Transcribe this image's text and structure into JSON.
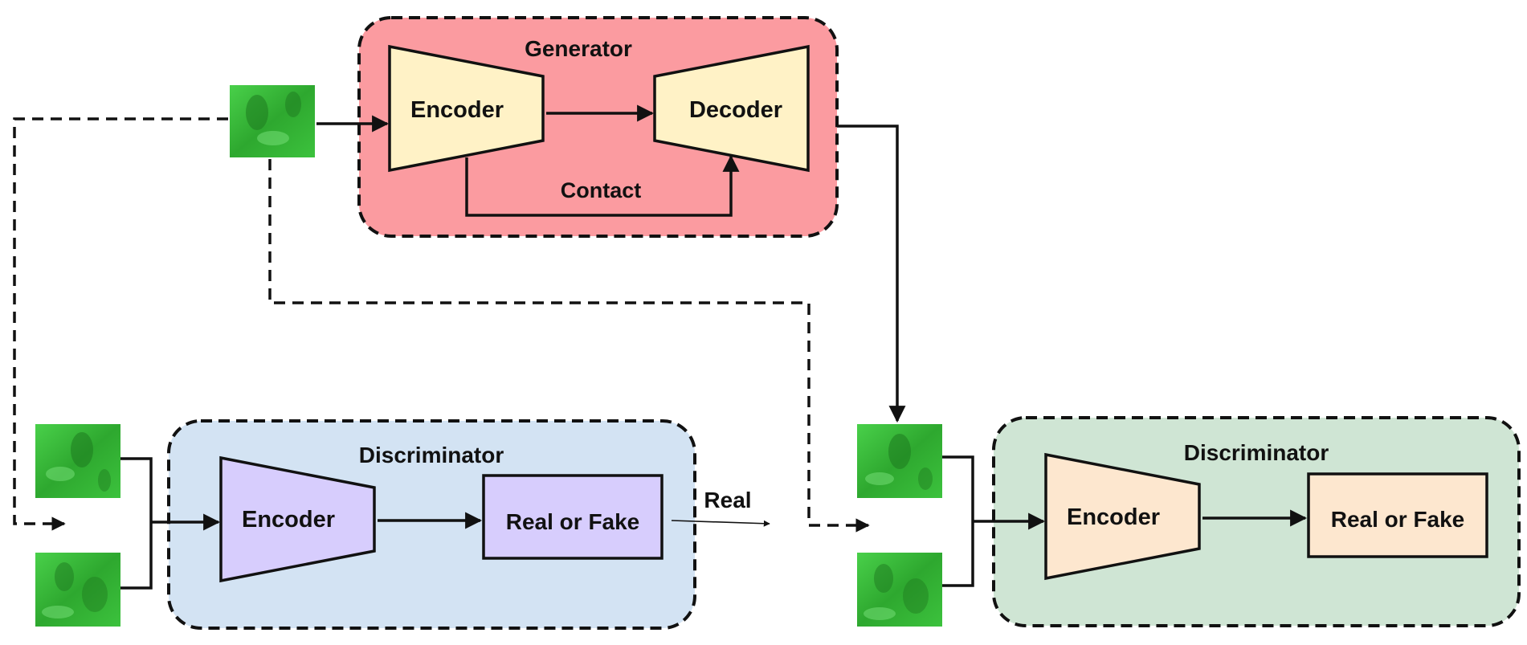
{
  "generator": {
    "title": "Generator",
    "encoder_label": "Encoder",
    "decoder_label": "Decoder",
    "skip_label": "Contact"
  },
  "discriminator_left": {
    "title": "Discriminator",
    "encoder_label": "Encoder",
    "output_label": "Real or Fake"
  },
  "discriminator_right": {
    "title": "Discriminator",
    "encoder_label": "Encoder",
    "output_label": "Real or Fake"
  },
  "edge_labels": {
    "real": "Real"
  },
  "colors": {
    "generator_bg": "#fb9ba0",
    "generator_block": "#fff2c6",
    "disc_left_bg": "#d3e3f3",
    "disc_left_block": "#d7cdfd",
    "disc_right_bg": "#cfe5d4",
    "disc_right_block": "#fde7cf",
    "image_patch": "#35b936",
    "stroke": "#111111"
  }
}
